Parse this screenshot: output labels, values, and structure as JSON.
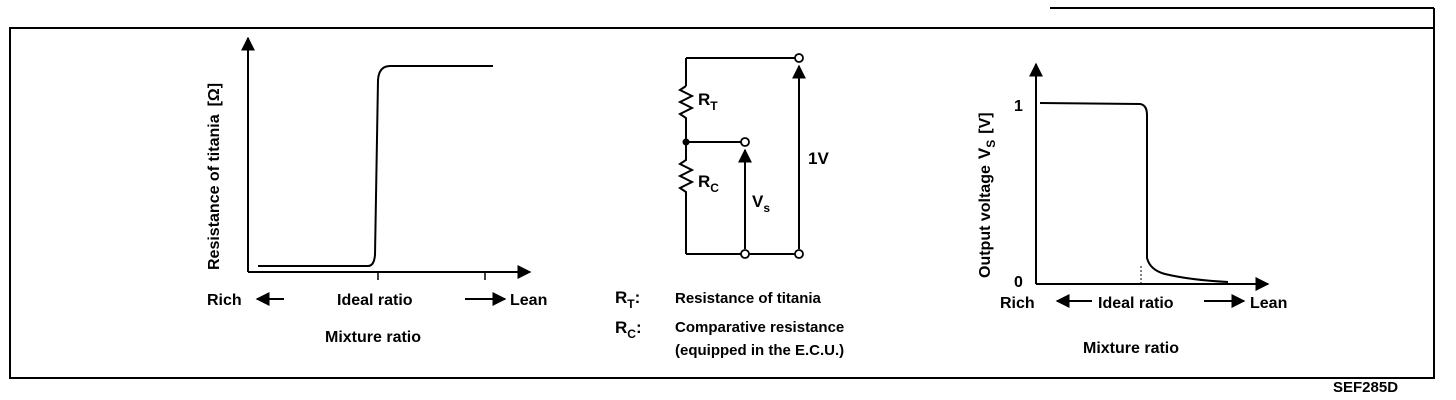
{
  "left_chart": {
    "ylabel_main": "Resistance of titania",
    "ylabel_unit": "[Ω]",
    "rich": "Rich",
    "ideal": "Ideal ratio",
    "lean": "Lean",
    "xlabel": "Mixture ratio"
  },
  "circuit": {
    "rt_main": "R",
    "rt_sub": "T",
    "rc_main": "R",
    "rc_sub": "C",
    "vs_main": "V",
    "vs_sub": "s",
    "supply": "1V",
    "legend_rt_main": "R",
    "legend_rt_sub": "T",
    "legend_rt_text": "Resistance of titania",
    "legend_rc_main": "R",
    "legend_rc_sub": "C",
    "legend_rc_text1": "Comparative resistance",
    "legend_rc_text2": "(equipped in the E.C.U.)"
  },
  "right_chart": {
    "ylabel_main": "Output voltage",
    "ylabel_v": "V",
    "ylabel_sub": "S",
    "ylabel_unit": "[V]",
    "tick_1": "1",
    "tick_0": "0",
    "rich": "Rich",
    "ideal": "Ideal ratio",
    "lean": "Lean",
    "xlabel": "Mixture ratio"
  },
  "figure_code": "SEF285D",
  "chart_data": [
    {
      "type": "line",
      "title": "",
      "xlabel": "Mixture ratio",
      "ylabel": "Resistance of titania [Ω]",
      "x_categories": [
        "Rich",
        "Ideal ratio",
        "Lean"
      ],
      "series": [
        {
          "x": [
            "Rich",
            "Ideal ratio",
            "Ideal ratio",
            "Lean"
          ],
          "y": [
            "low",
            "low",
            "high",
            "high"
          ]
        }
      ]
    },
    {
      "type": "line",
      "title": "",
      "xlabel": "Mixture ratio",
      "ylabel": "Output voltage VS [V]",
      "x_categories": [
        "Rich",
        "Ideal ratio",
        "Lean"
      ],
      "yticks": [
        0,
        1
      ],
      "series": [
        {
          "x": [
            "Rich",
            "Ideal ratio",
            "Ideal ratio",
            "Lean"
          ],
          "y": [
            1,
            1,
            0.1,
            0
          ]
        }
      ]
    }
  ]
}
